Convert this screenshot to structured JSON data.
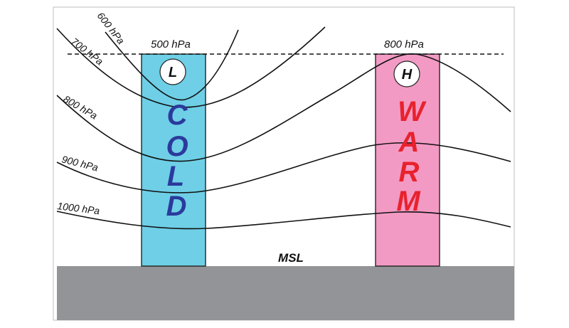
{
  "diagram": {
    "isobars": [
      {
        "label": "600 hPa"
      },
      {
        "label": "700 hPa"
      },
      {
        "label": "800 hPa"
      },
      {
        "label": "900 hPa"
      },
      {
        "label": "1000 hPa"
      }
    ],
    "level_500_label": "500 hPa",
    "level_800_label": "800 hPa",
    "surface_label": "MSL",
    "cold_column": {
      "badge": "L",
      "letters": [
        "C",
        "O",
        "L",
        "D"
      ],
      "fill_color": "#6ecfe6",
      "text_color": "#2b3a9c"
    },
    "warm_column": {
      "badge": "H",
      "letters": [
        "W",
        "A",
        "R",
        "M"
      ],
      "fill_color": "#f39ac4",
      "text_color": "#e8222d"
    },
    "ground_color": "#929497"
  }
}
